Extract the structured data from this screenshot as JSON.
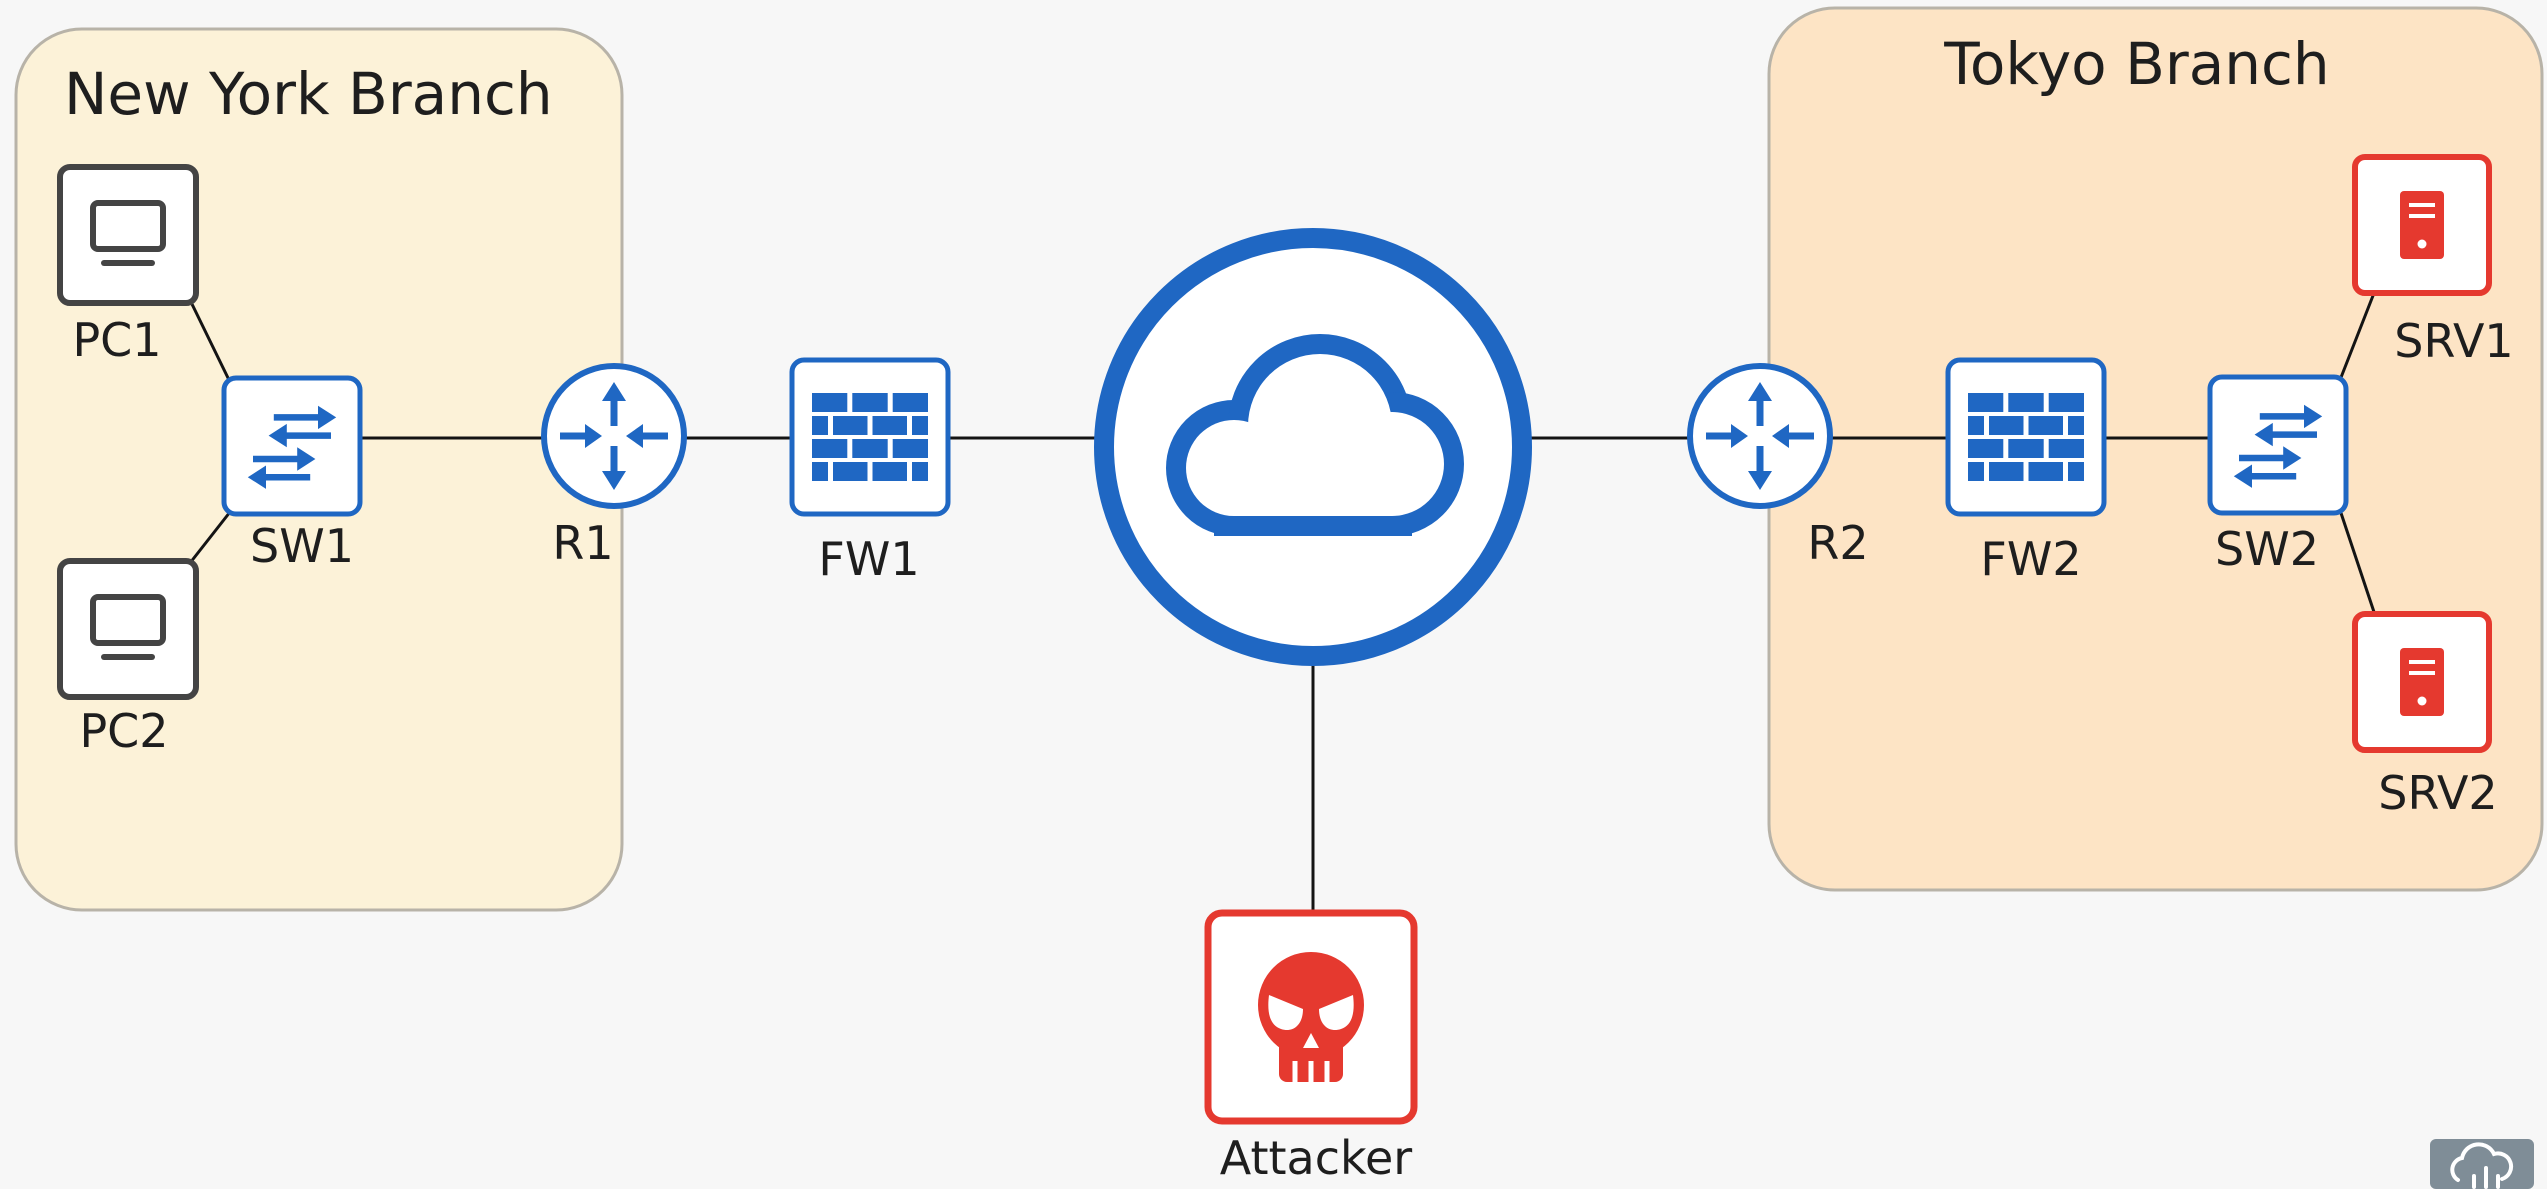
{
  "colors": {
    "network_blue": "#1f67c3",
    "threat_red": "#e5392f",
    "endpoint_gray": "#444444",
    "new_york_branch_fill": "#fcf2d8",
    "tokyo_branch_fill": "#fde4c5",
    "link_black": "#141414"
  },
  "branches": {
    "new_york": {
      "title": "New York Branch"
    },
    "tokyo": {
      "title": "Tokyo Branch"
    }
  },
  "nodes": {
    "pc1": {
      "label": "PC1",
      "icon": "monitor-icon"
    },
    "pc2": {
      "label": "PC2",
      "icon": "monitor-icon"
    },
    "sw1": {
      "label": "SW1",
      "icon": "switch-icon"
    },
    "r1": {
      "label": "R1",
      "icon": "router-icon"
    },
    "fw1": {
      "label": "FW1",
      "icon": "firewall-icon"
    },
    "internet": {
      "icon": "cloud-icon"
    },
    "attacker": {
      "label": "Attacker",
      "icon": "skull-icon"
    },
    "r2": {
      "label": "R2",
      "icon": "router-icon"
    },
    "fw2": {
      "label": "FW2",
      "icon": "firewall-icon"
    },
    "sw2": {
      "label": "SW2",
      "icon": "switch-icon"
    },
    "srv1": {
      "label": "SRV1",
      "icon": "server-icon"
    },
    "srv2": {
      "label": "SRV2",
      "icon": "server-icon"
    }
  },
  "watermark": {
    "icon": "brain-circuit-logo-icon"
  }
}
